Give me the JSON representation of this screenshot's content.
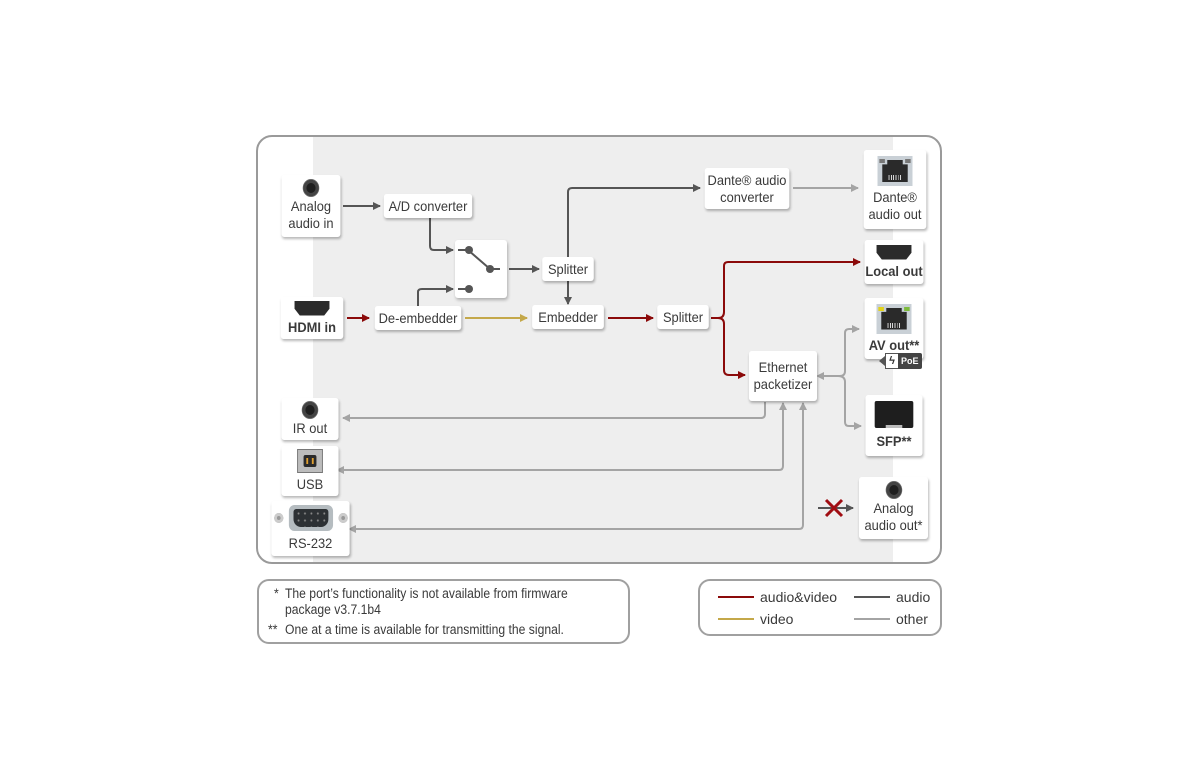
{
  "diagram": {
    "inputs": {
      "analog_audio_in": "Analog\naudio in",
      "hdmi_in": "HDMI in",
      "ir_out": "IR out",
      "usb": "USB",
      "rs232": "RS-232"
    },
    "blocks": {
      "ad_converter": "A/D converter",
      "de_embedder": "De-embedder",
      "splitter_audio": "Splitter",
      "embedder": "Embedder",
      "splitter_av": "Splitter",
      "dante_converter_line1": "Dante® audio",
      "dante_converter_line2": "converter",
      "ethernet_packetizer_line1": "Ethernet",
      "ethernet_packetizer_line2": "packetizer"
    },
    "outputs": {
      "dante_audio_out_line1": "Dante®",
      "dante_audio_out_line2": "audio out",
      "local_out": "Local out",
      "av_out": "AV out**",
      "poe_badge": "PoE",
      "poe_bolt": "ϟ",
      "sfp": "SFP**",
      "analog_audio_out_line1": "Analog",
      "analog_audio_out_line2": "audio out*"
    },
    "colors": {
      "audio_video": "#8b0a0a",
      "audio": "#555555",
      "video": "#c4a84a",
      "other": "#a4a4a4",
      "disabled_cross": "#a00d12"
    }
  },
  "notes": {
    "note1_mark": "*",
    "note1_line1": "The port’s functionality is not available from firmware",
    "note1_line2": "package v3.7.1b4",
    "note2_mark": "**",
    "note2_text": "One at a time is available for transmitting the signal."
  },
  "legend": {
    "audio_video": "audio&video",
    "audio": "audio",
    "video": "video",
    "other": "other"
  }
}
